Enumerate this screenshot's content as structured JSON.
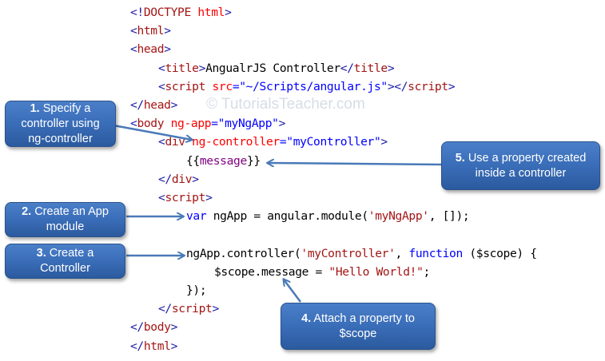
{
  "code": {
    "lines": [
      {
        "indent": 0,
        "tokens": [
          {
            "t": "<!",
            "c": "tag"
          },
          {
            "t": "DOCTYPE",
            "c": "tn"
          },
          {
            "t": " html",
            "c": "attr"
          },
          {
            "t": ">",
            "c": "tag"
          }
        ]
      },
      {
        "indent": 0,
        "tokens": [
          {
            "t": "<",
            "c": "tag"
          },
          {
            "t": "html",
            "c": "tn"
          },
          {
            "t": ">",
            "c": "tag"
          }
        ]
      },
      {
        "indent": 0,
        "tokens": [
          {
            "t": "<",
            "c": "tag"
          },
          {
            "t": "head",
            "c": "tn"
          },
          {
            "t": ">",
            "c": "tag"
          }
        ]
      },
      {
        "indent": 1,
        "tokens": [
          {
            "t": "<",
            "c": "tag"
          },
          {
            "t": "title",
            "c": "tn"
          },
          {
            "t": ">",
            "c": "tag"
          },
          {
            "t": "AngualrJS Controller",
            "c": "plain"
          },
          {
            "t": "</",
            "c": "tag"
          },
          {
            "t": "title",
            "c": "tn"
          },
          {
            "t": ">",
            "c": "tag"
          }
        ]
      },
      {
        "indent": 1,
        "tokens": [
          {
            "t": "<",
            "c": "tag"
          },
          {
            "t": "script",
            "c": "tn"
          },
          {
            "t": " src",
            "c": "attr"
          },
          {
            "t": "=\"~/Scripts/angular.js\"",
            "c": "val"
          },
          {
            "t": "></",
            "c": "tag"
          },
          {
            "t": "script",
            "c": "tn"
          },
          {
            "t": ">",
            "c": "tag"
          }
        ]
      },
      {
        "indent": 0,
        "tokens": [
          {
            "t": "</",
            "c": "tag"
          },
          {
            "t": "head",
            "c": "tn"
          },
          {
            "t": ">",
            "c": "tag"
          }
        ]
      },
      {
        "indent": 0,
        "tokens": [
          {
            "t": "<",
            "c": "tag"
          },
          {
            "t": "body",
            "c": "tn"
          },
          {
            "t": " ng-app",
            "c": "attr"
          },
          {
            "t": "=\"myNgApp\"",
            "c": "val"
          },
          {
            "t": ">",
            "c": "tag"
          }
        ]
      },
      {
        "indent": 1,
        "tokens": [
          {
            "t": "<",
            "c": "tag"
          },
          {
            "t": "div",
            "c": "tn"
          },
          {
            "t": " ng-controller",
            "c": "attr"
          },
          {
            "t": "=\"myController\"",
            "c": "val"
          },
          {
            "t": ">",
            "c": "tag"
          }
        ]
      },
      {
        "indent": 2,
        "tokens": [
          {
            "t": "{{",
            "c": "plain"
          },
          {
            "t": "message",
            "c": "prop"
          },
          {
            "t": "}}",
            "c": "plain"
          }
        ]
      },
      {
        "indent": 1,
        "tokens": [
          {
            "t": "</",
            "c": "tag"
          },
          {
            "t": "div",
            "c": "tn"
          },
          {
            "t": ">",
            "c": "tag"
          }
        ]
      },
      {
        "indent": 1,
        "tokens": [
          {
            "t": "<",
            "c": "tag"
          },
          {
            "t": "script",
            "c": "tn"
          },
          {
            "t": ">",
            "c": "tag"
          }
        ]
      },
      {
        "indent": 2,
        "tokens": [
          {
            "t": "var",
            "c": "kw"
          },
          {
            "t": " ngApp = angular.module(",
            "c": "plain"
          },
          {
            "t": "'myNgApp'",
            "c": "str"
          },
          {
            "t": ", []);",
            "c": "plain"
          }
        ]
      },
      {
        "indent": 0,
        "tokens": []
      },
      {
        "indent": 2,
        "tokens": [
          {
            "t": "ngApp.controller(",
            "c": "plain"
          },
          {
            "t": "'myController'",
            "c": "str"
          },
          {
            "t": ", ",
            "c": "plain"
          },
          {
            "t": "function",
            "c": "kw"
          },
          {
            "t": " ($scope) {",
            "c": "plain"
          }
        ]
      },
      {
        "indent": 3,
        "tokens": [
          {
            "t": "$scope.message = ",
            "c": "plain"
          },
          {
            "t": "\"Hello World!\"",
            "c": "str"
          },
          {
            "t": ";",
            "c": "plain"
          }
        ]
      },
      {
        "indent": 2,
        "tokens": [
          {
            "t": "});",
            "c": "plain"
          }
        ]
      },
      {
        "indent": 1,
        "tokens": [
          {
            "t": "</",
            "c": "tag"
          },
          {
            "t": "script",
            "c": "tn"
          },
          {
            "t": ">",
            "c": "tag"
          }
        ]
      },
      {
        "indent": 0,
        "tokens": [
          {
            "t": "</",
            "c": "tag"
          },
          {
            "t": "body",
            "c": "tn"
          },
          {
            "t": ">",
            "c": "tag"
          }
        ]
      },
      {
        "indent": 0,
        "tokens": [
          {
            "t": "</",
            "c": "tag"
          },
          {
            "t": "html",
            "c": "tn"
          },
          {
            "t": ">",
            "c": "tag"
          }
        ]
      }
    ]
  },
  "watermark": "© TutorialsTeacher.com",
  "callouts": [
    {
      "id": "1",
      "num": "1.",
      "text_line1": "Specify a",
      "text_line2": "controller using",
      "text_line3": "ng-controller"
    },
    {
      "id": "2",
      "num": "2.",
      "text_line1": "Create an App",
      "text_line2": "module"
    },
    {
      "id": "3",
      "num": "3.",
      "text_line1": "Create a",
      "text_line2": "Controller"
    },
    {
      "id": "4",
      "num": "4.",
      "text_line1": "Attach a property to",
      "text_line2": "$scope"
    },
    {
      "id": "5",
      "num": "5.",
      "text_line1": "Use a property created",
      "text_line2": "inside a controller"
    }
  ],
  "colors": {
    "callout_fill": "#3a6db8",
    "arrow": "#4a7ab8",
    "tag": "#1a1aa6",
    "tag_name": "#a31515",
    "attribute": "#ff0000",
    "attr_value": "#0000ff",
    "string": "#a31515",
    "keyword": "#0000ff",
    "property": "#800080"
  }
}
